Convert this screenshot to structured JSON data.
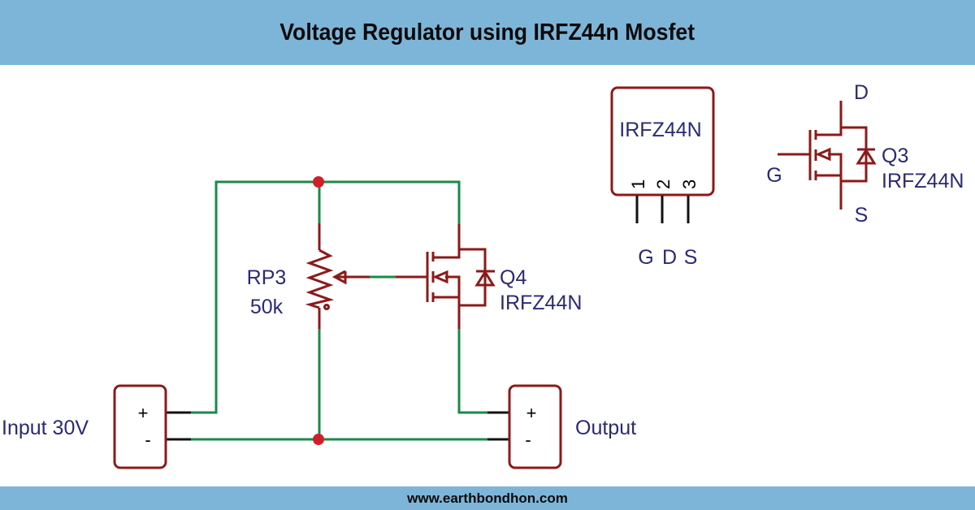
{
  "header": {
    "title": "Voltage Regulator using IRFZ44n Mosfet"
  },
  "footer": {
    "website": "www.earthbondhon.com"
  },
  "colors": {
    "banner": "#7db5d8",
    "wire": "#1a8a4a",
    "component": "#8b1a1a",
    "junction": "#d11f2a",
    "label": "#2b2a72"
  },
  "circuit": {
    "input": {
      "label": "Input 30V",
      "plus": "+",
      "minus": "-"
    },
    "output": {
      "label": "Output",
      "plus": "+",
      "minus": "-"
    },
    "potentiometer": {
      "ref": "RP3",
      "value": "50k"
    },
    "mosfet": {
      "ref": "Q4",
      "part": "IRFZ44N"
    }
  },
  "package": {
    "part": "IRFZ44N",
    "pin_numbers": [
      "1",
      "2",
      "3"
    ],
    "pin_names": [
      "G",
      "D",
      "S"
    ]
  },
  "symbol": {
    "ref": "Q3",
    "part": "IRFZ44N",
    "drain": "D",
    "gate": "G",
    "source": "S"
  }
}
